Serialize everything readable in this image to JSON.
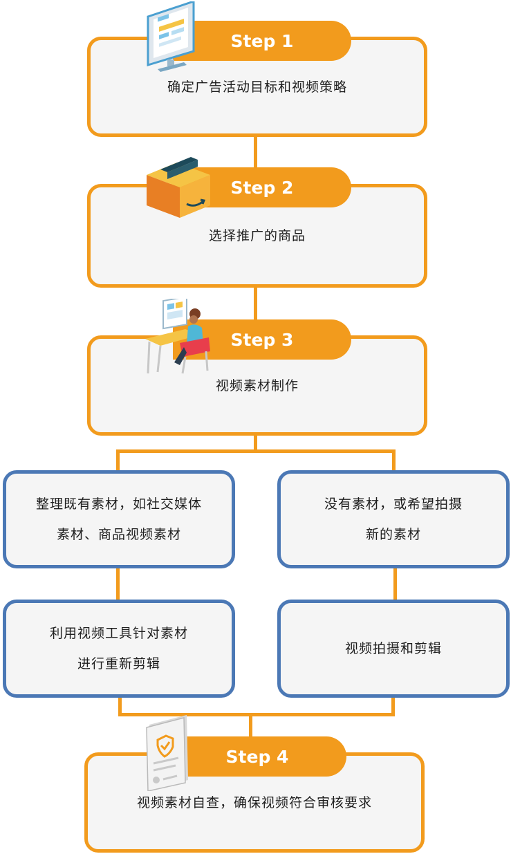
{
  "steps": [
    {
      "label": "Step 1",
      "text": "确定广告活动目标和视频策略",
      "icon": "computer-screen-icon"
    },
    {
      "label": "Step 2",
      "text": "选择推广的商品",
      "icon": "package-box-icon"
    },
    {
      "label": "Step 3",
      "text": "视频素材制作",
      "icon": "person-at-desk-icon"
    },
    {
      "label": "Step 4",
      "text": "视频素材自查，确保视频符合审核要求",
      "icon": "checklist-document-icon"
    }
  ],
  "branches": {
    "left": [
      {
        "line1": "整理既有素材，如社交媒体",
        "line2": "素材、商品视频素材"
      },
      {
        "line1": "利用视频工具针对素材",
        "line2": "进行重新剪辑"
      }
    ],
    "right": [
      {
        "line1": "没有素材，或希望拍摄",
        "line2": "新的素材"
      },
      {
        "line1": "视频拍摄和剪辑"
      }
    ]
  },
  "colors": {
    "step_orange": "#f29b1d",
    "branch_blue": "#4b78b5",
    "box_fill": "#f5f5f5"
  }
}
